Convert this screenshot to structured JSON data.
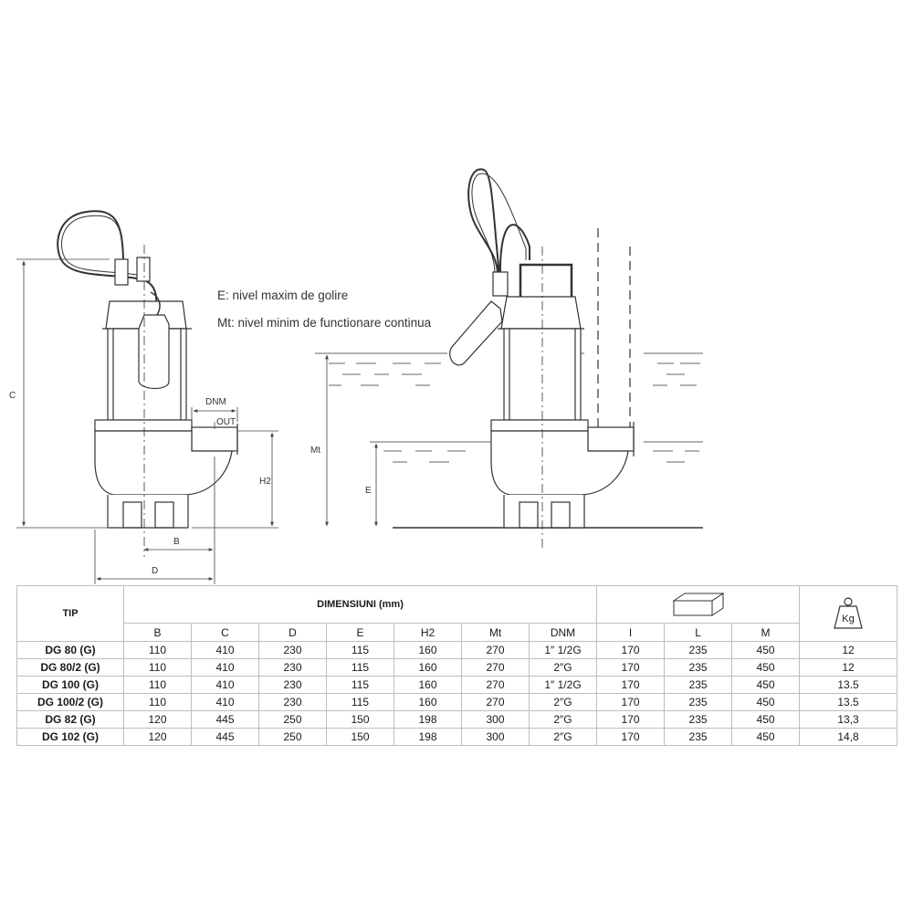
{
  "legend": {
    "e": "E: nivel maxim de golire",
    "mt": "Mt: nivel minim de functionare continua"
  },
  "dimension_labels": {
    "c": "C",
    "h2": "H2",
    "b": "B",
    "d": "D",
    "dnm": "DNM",
    "out": "OUT",
    "mt": "Mt",
    "e": "E"
  },
  "table": {
    "tip_header": "TIP",
    "dimensions_header": "DIMENSIUNI (mm)",
    "weight_icon_label": "Kg",
    "columns": [
      "B",
      "C",
      "D",
      "E",
      "H2",
      "Mt",
      "DNM",
      "I",
      "L",
      "M"
    ],
    "rows": [
      {
        "tip": "DG 80 (G)",
        "values": [
          "110",
          "410",
          "230",
          "115",
          "160",
          "270",
          "1″ 1/2G",
          "170",
          "235",
          "450"
        ],
        "kg": "12"
      },
      {
        "tip": "DG 80/2 (G)",
        "values": [
          "110",
          "410",
          "230",
          "115",
          "160",
          "270",
          "2″G",
          "170",
          "235",
          "450"
        ],
        "kg": "12"
      },
      {
        "tip": "DG 100 (G)",
        "values": [
          "110",
          "410",
          "230",
          "115",
          "160",
          "270",
          "1″ 1/2G",
          "170",
          "235",
          "450"
        ],
        "kg": "13.5"
      },
      {
        "tip": "DG 100/2 (G)",
        "values": [
          "110",
          "410",
          "230",
          "115",
          "160",
          "270",
          "2″G",
          "170",
          "235",
          "450"
        ],
        "kg": "13.5"
      },
      {
        "tip": "DG 82 (G)",
        "values": [
          "120",
          "445",
          "250",
          "150",
          "198",
          "300",
          "2″G",
          "170",
          "235",
          "450"
        ],
        "kg": "13,3"
      },
      {
        "tip": "DG 102 (G)",
        "values": [
          "120",
          "445",
          "250",
          "150",
          "198",
          "300",
          "2″G",
          "170",
          "235",
          "450"
        ],
        "kg": "14,8"
      }
    ]
  }
}
